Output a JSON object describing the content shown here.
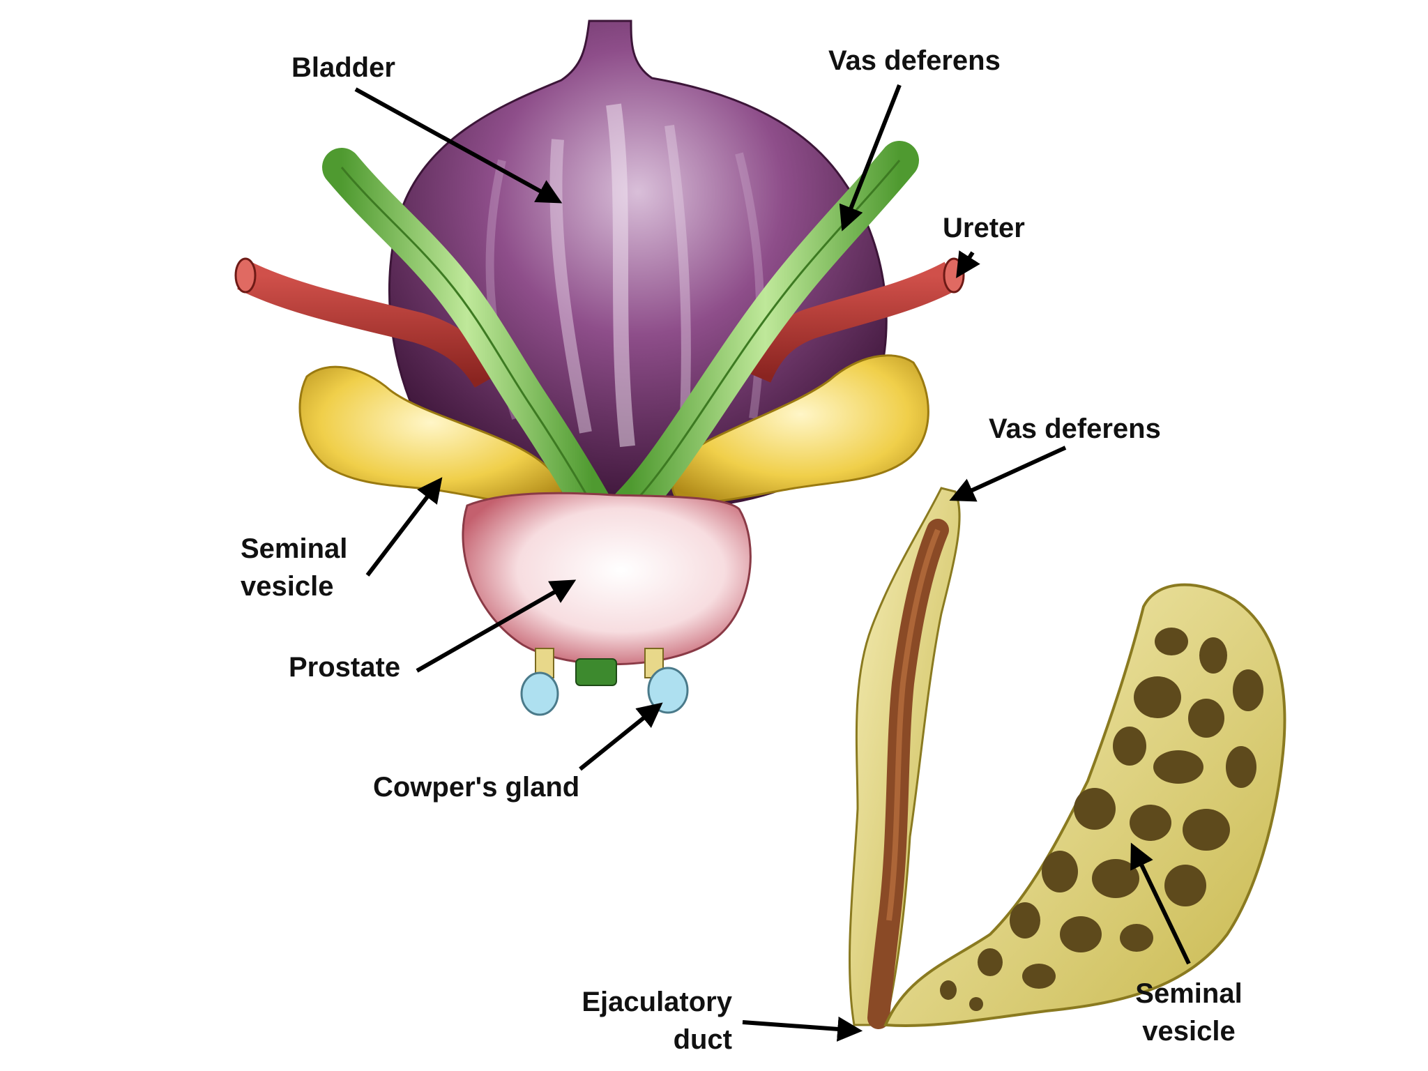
{
  "labels": {
    "bladder": "Bladder",
    "vas_deferens_top": "Vas deferens",
    "ureter": "Ureter",
    "seminal_vesicle_left": [
      "Seminal",
      "vesicle"
    ],
    "prostate": "Prostate",
    "cowpers_gland": "Cowper's gland",
    "vas_deferens_detail": "Vas deferens",
    "seminal_vesicle_detail": [
      "Seminal",
      "vesicle"
    ],
    "ejaculatory_duct": [
      "Ejaculatory",
      "duct"
    ]
  },
  "colors": {
    "bladder": "#5e2a5a",
    "bladder_light": "#c8a6c8",
    "vas_deferens": "#7cc04a",
    "ureter": "#a8322e",
    "seminal_vesicle": "#f2d24a",
    "prostate": "#f4c4cc",
    "cowpers_gland": "#aee0f0",
    "urethra": "#3d8a2e",
    "detail_tissue": "#e8dc84",
    "detail_cavity": "#5e4a1c",
    "detail_duct": "#8a4a26",
    "arrow": "#000000"
  }
}
